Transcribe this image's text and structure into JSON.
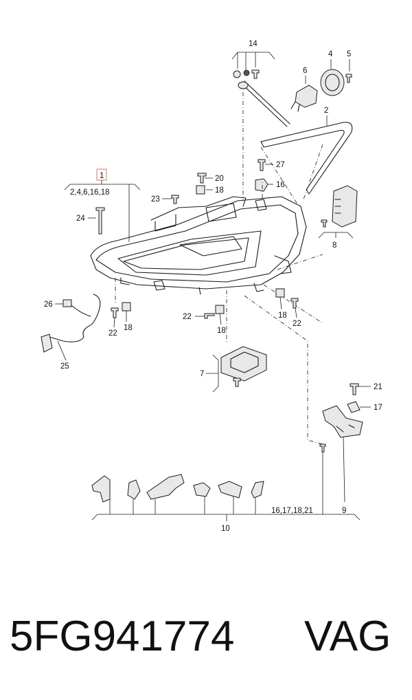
{
  "callouts": {
    "c1": "1",
    "c1_list": "2,4,6,16,18",
    "c2": "2",
    "c4": "4",
    "c5": "5",
    "c6": "6",
    "c7": "7",
    "c8": "8",
    "c9": "9",
    "c10": "10",
    "c10_list": "16,17,18,21",
    "c14": "14",
    "c16": "16",
    "c17": "17",
    "c18": "18",
    "c20": "20",
    "c21": "21",
    "c22": "22",
    "c23": "23",
    "c24": "24",
    "c25": "25",
    "c26": "26",
    "c27": "27"
  },
  "caption": {
    "part_number": "5FG941774",
    "brand": "VAG"
  },
  "colors": {
    "line": "#1a1a1a",
    "highlight_box": "#e07070",
    "background": "#ffffff"
  }
}
